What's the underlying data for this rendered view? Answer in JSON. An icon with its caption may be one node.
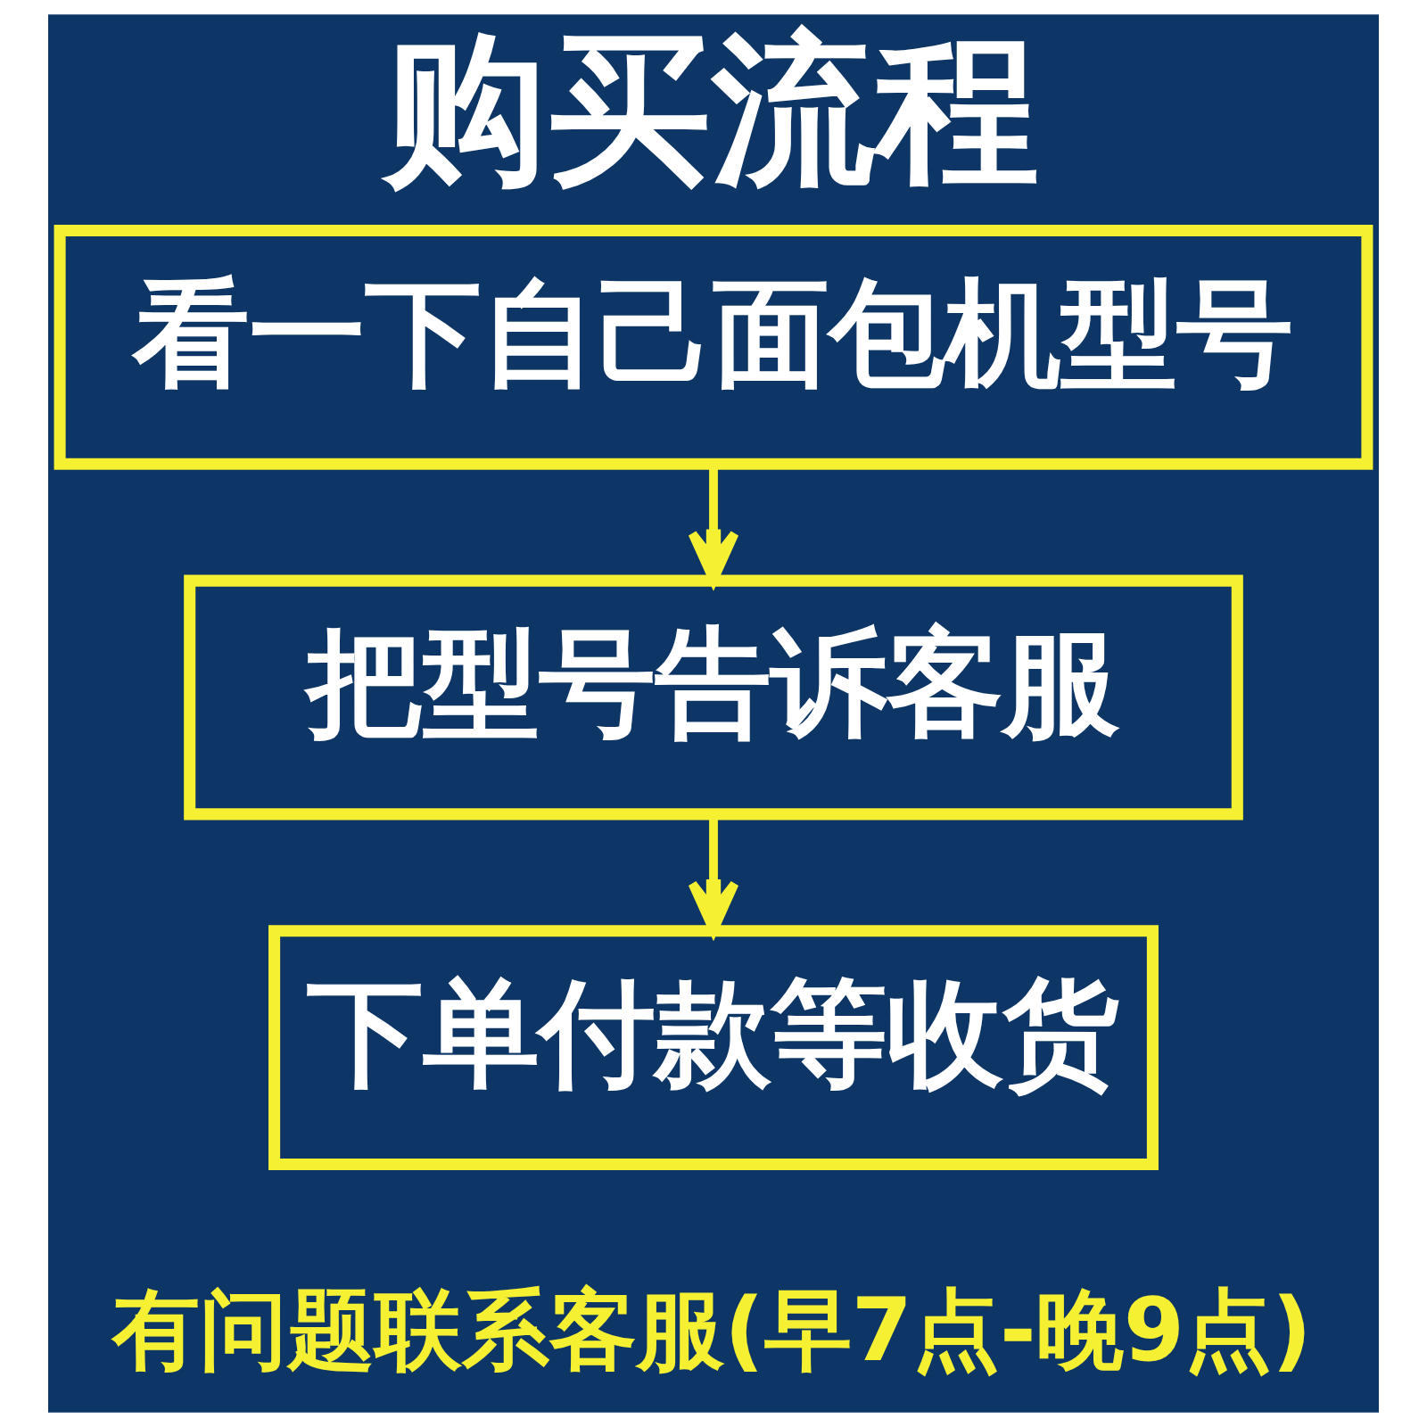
{
  "diagram": {
    "title": "购买流程",
    "nodes": [
      {
        "text": [
          "看一下自己面包机型号"
        ]
      },
      {
        "text": [
          "把型号告诉客服"
        ]
      },
      {
        "text": [
          "下单付款等收货"
        ]
      }
    ],
    "edges": [
      {
        "from": 0,
        "to": 1,
        "arrow": "to"
      },
      {
        "from": 1,
        "to": 2,
        "arrow": "to"
      }
    ],
    "labels": [
      "有问题联系客服(早7点-晚9点)"
    ]
  }
}
